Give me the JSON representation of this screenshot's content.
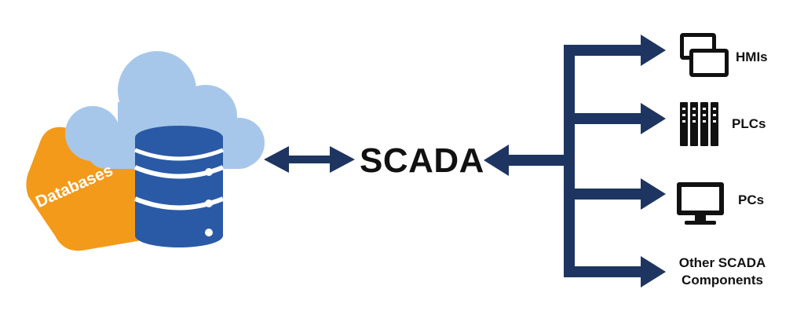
{
  "center_label": "SCADA",
  "left_node": {
    "label": "Databases",
    "icon": "cloud-database-icon"
  },
  "outputs": [
    {
      "label": "HMIs",
      "icon": "hmi-screens-icon"
    },
    {
      "label": "PLCs",
      "icon": "plc-rack-icon"
    },
    {
      "label": "PCs",
      "icon": "monitor-icon"
    },
    {
      "label_line1": "Other SCADA",
      "label_line2": "Components"
    }
  ],
  "colors": {
    "arrow": "#1d3560",
    "cloud": "#a7c7ea",
    "database": "#2a5aa6",
    "orange_tag": "#f39a1b",
    "icon_dark": "#111111"
  }
}
